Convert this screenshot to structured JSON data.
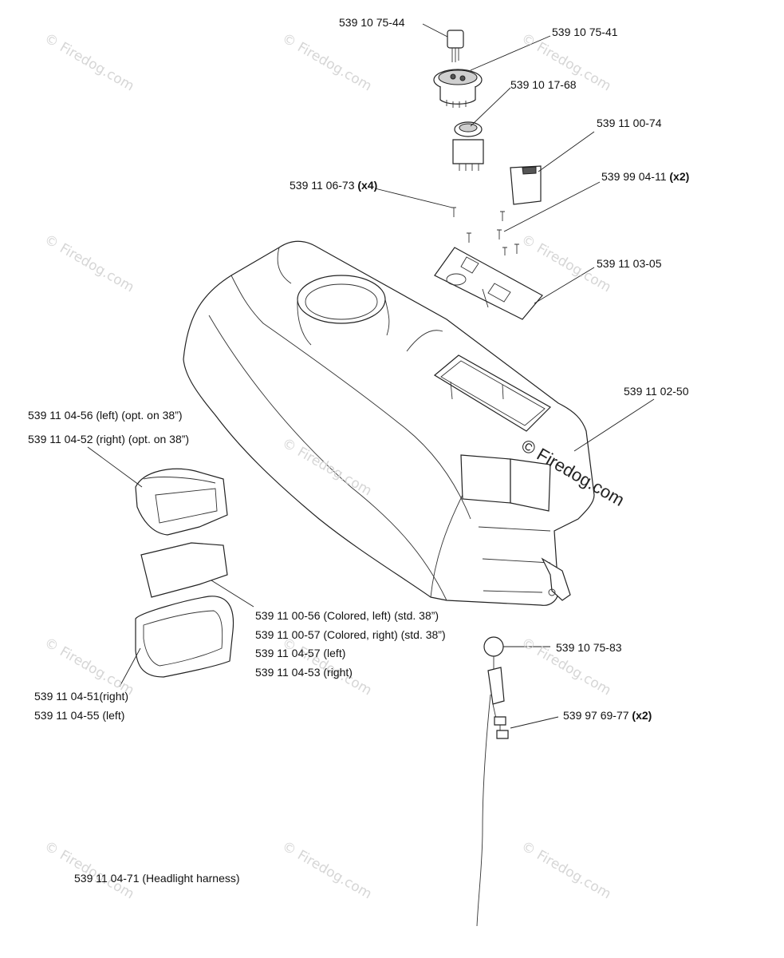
{
  "labels": {
    "key": "539 10 75-44",
    "ignition_switch": "539 10 75-41",
    "pto_switch": "539 10 17-68",
    "switch_block": "539 11 00-74",
    "screw_x4": {
      "number": "539 11 06-73",
      "qty": "(x4)"
    },
    "screw_x2": {
      "number": "539 99 04-11",
      "qty": "(x2)"
    },
    "mount_plate": "539 11 03-05",
    "hood": "539 11 02-50",
    "headlight_opt_left": "539 11 04-56 (left) (opt. on 38”)",
    "headlight_opt_right": "539 11 04-52 (right) (opt. on 38”)",
    "lens_lines": [
      "539 11 00-56 (Colored, left) (std. 38”)",
      "539 11 00-57 (Colored, right) (std. 38”)",
      "539 11 04-57 (left)",
      "539 11 04-53 (right)"
    ],
    "bezel_right": "539 11 04-51(right)",
    "bezel_left": "539 11 04-55 (left)",
    "knob": "539 10 75-83",
    "nut_x2": {
      "number": "539 97 69-77",
      "qty": "(x2)"
    },
    "harness": "539 11 04-71 (Headlight harness)"
  },
  "watermark": {
    "text": "© Firedog.com",
    "center_text": "© Firedog.com"
  }
}
